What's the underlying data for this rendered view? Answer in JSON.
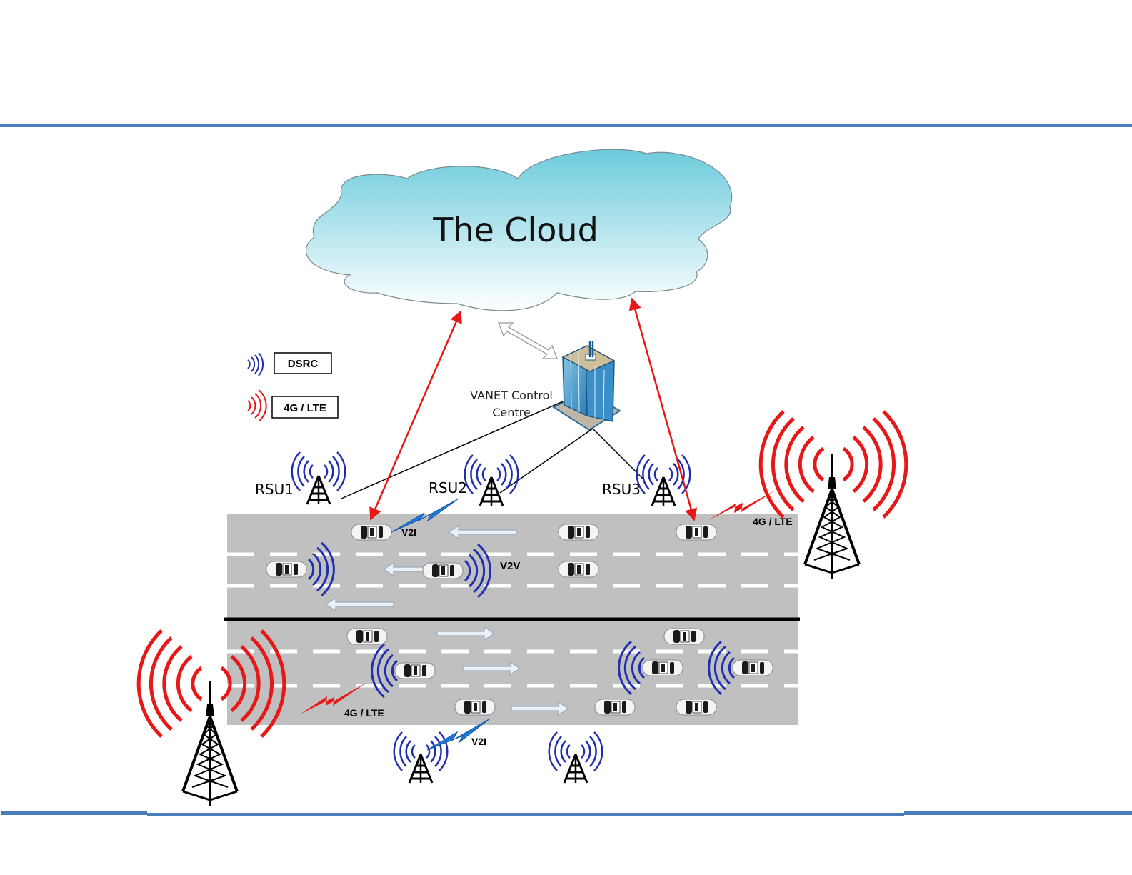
{
  "diagram": {
    "cloud_label": "The Cloud",
    "control_centre_label_line1": "VANET Control",
    "control_centre_label_line2": "Centre",
    "legend": [
      {
        "label": "DSRC",
        "color": "#1f2fb0",
        "icon": "dsrc-signal-icon"
      },
      {
        "label": "4G / LTE",
        "color": "#e81818",
        "icon": "lte-signal-icon"
      }
    ],
    "rsus": [
      {
        "label": "RSU1"
      },
      {
        "label": "RSU2"
      },
      {
        "label": "RSU3"
      },
      {
        "label": ""
      },
      {
        "label": ""
      }
    ],
    "link_labels": {
      "v2i_top": "V2I",
      "v2v": "V2V",
      "lte_right": "4G / LTE",
      "lte_left": "4G / LTE",
      "v2i_bottom": "V2I"
    },
    "colors": {
      "rule": "#4a7ebb",
      "road": "#c0c0c0",
      "dsrc": "#1f2fb0",
      "lte": "#e81818",
      "v2i_bolt": "#1e78d8",
      "cloud_top": "#6ccbdc",
      "cloud_bottom": "#ffffff"
    }
  }
}
